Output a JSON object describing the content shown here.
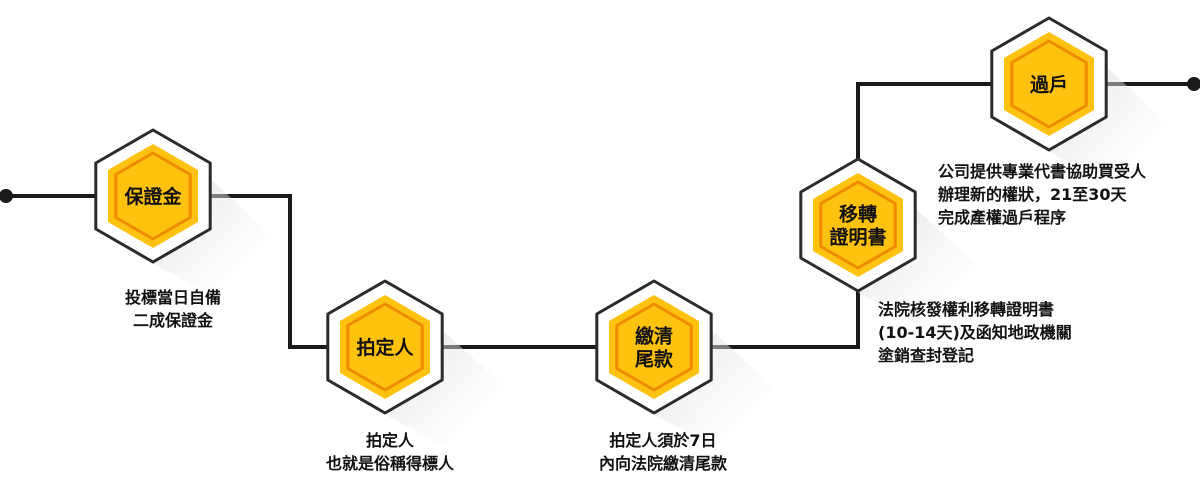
{
  "colors": {
    "line": "#1a1a1a",
    "hex_outer": "#ffffff",
    "hex_outer_border": "#2b2b2b",
    "hex_fill": "#ffc20e",
    "hex_inner_border": "#f08a00",
    "shadow": "#d9d9d9",
    "text": "#111111"
  },
  "steps": [
    {
      "id": "deposit",
      "label_lines": [
        "保證金"
      ],
      "caption_lines": [
        "投標當日自備",
        "二成保證金"
      ]
    },
    {
      "id": "winner",
      "label_lines": [
        "拍定人"
      ],
      "caption_lines": [
        "拍定人",
        "也就是俗稱得標人"
      ]
    },
    {
      "id": "payment",
      "label_lines": [
        "繳清",
        "尾款"
      ],
      "caption_lines": [
        "拍定人須於7日",
        "內向法院繳清尾款"
      ]
    },
    {
      "id": "certificate",
      "label_lines": [
        "移轉",
        "證明書"
      ],
      "caption_lines": [
        "法院核發權利移轉證明書",
        "(10-14天)及函知地政機關",
        "塗銷查封登記"
      ]
    },
    {
      "id": "transfer",
      "label_lines": [
        "過戶"
      ],
      "caption_lines": [
        "公司提供專業代書協助買受人",
        "辦理新的權狀，21至30天",
        "完成產權過戶程序"
      ]
    }
  ]
}
